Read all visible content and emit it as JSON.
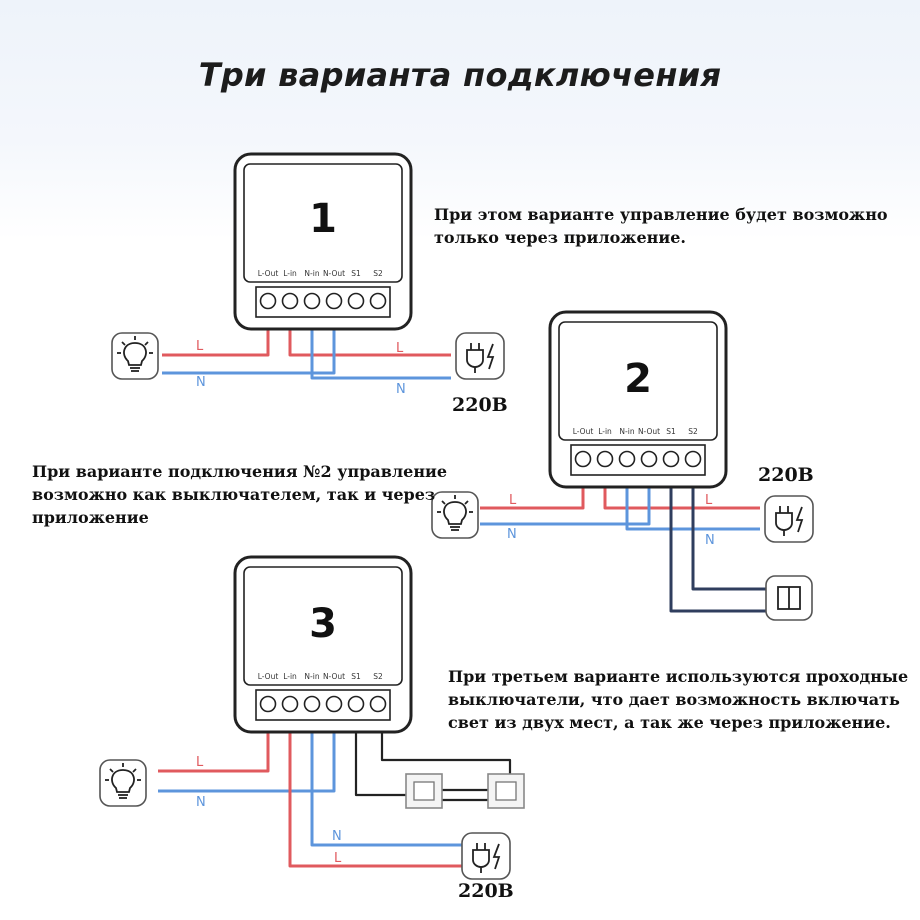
{
  "title": "Три варианта подключения",
  "terminals": [
    "L-Out",
    "L-in",
    "N-in",
    "N-Out",
    "S1",
    "S2"
  ],
  "wire_labels": {
    "line": "L",
    "neutral": "N"
  },
  "colors": {
    "line_wire": "#e05a5e",
    "neutral_wire": "#5d95dc",
    "switch_wire": "#2f3e5e",
    "module_border": "#222222"
  },
  "variants": [
    {
      "number": "1",
      "caption": [
        "При этом варианте управление будет возможно",
        "только через приложение."
      ],
      "voltage": "220В"
    },
    {
      "number": "2",
      "caption": [
        "При варианте подключения №2 управление",
        "возможно как выключателем, так и через",
        "приложение"
      ],
      "voltage": "220В"
    },
    {
      "number": "3",
      "caption": [
        "При третьем варианте используются проходные",
        "выключатели, что дает возможность включать",
        "свет из двух мест, а так же через приложение."
      ],
      "voltage": "220В"
    }
  ],
  "icons": [
    "light-bulb-icon",
    "power-plug-icon",
    "wall-switch-icon",
    "pass-through-switch-icon"
  ]
}
